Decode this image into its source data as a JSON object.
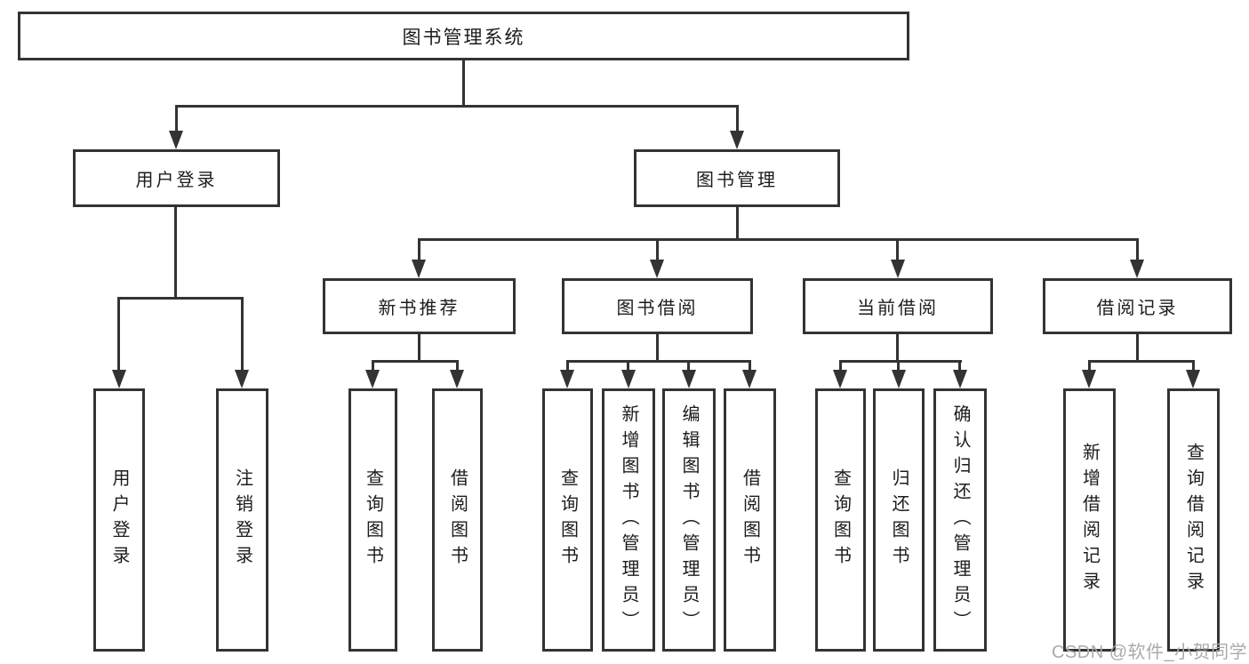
{
  "tree": {
    "root": {
      "label": "图书管理系统",
      "children": [
        {
          "label": "用户登录",
          "children": [
            {
              "label": "用户登录"
            },
            {
              "label": "注销登录"
            }
          ]
        },
        {
          "label": "图书管理",
          "children": [
            {
              "label": "新书推荐",
              "children": [
                {
                  "label": "查询图书"
                },
                {
                  "label": "借阅图书"
                }
              ]
            },
            {
              "label": "图书借阅",
              "children": [
                {
                  "label": "查询图书"
                },
                {
                  "label": "新增图书（管理员）"
                },
                {
                  "label": "编辑图书（管理员）"
                },
                {
                  "label": "借阅图书"
                }
              ]
            },
            {
              "label": "当前借阅",
              "children": [
                {
                  "label": "查询图书"
                },
                {
                  "label": "归还图书"
                },
                {
                  "label": "确认归还（管理员）"
                }
              ]
            },
            {
              "label": "借阅记录",
              "children": [
                {
                  "label": "新增借阅记录"
                },
                {
                  "label": "查询借阅记录"
                }
              ]
            }
          ]
        }
      ]
    }
  },
  "watermark": {
    "text": "CSDN @软件_小贺同学"
  },
  "colors": {
    "line": "#333333",
    "text": "#1c1c1c",
    "watermark": "#ababab",
    "background": "#ffffff"
  }
}
